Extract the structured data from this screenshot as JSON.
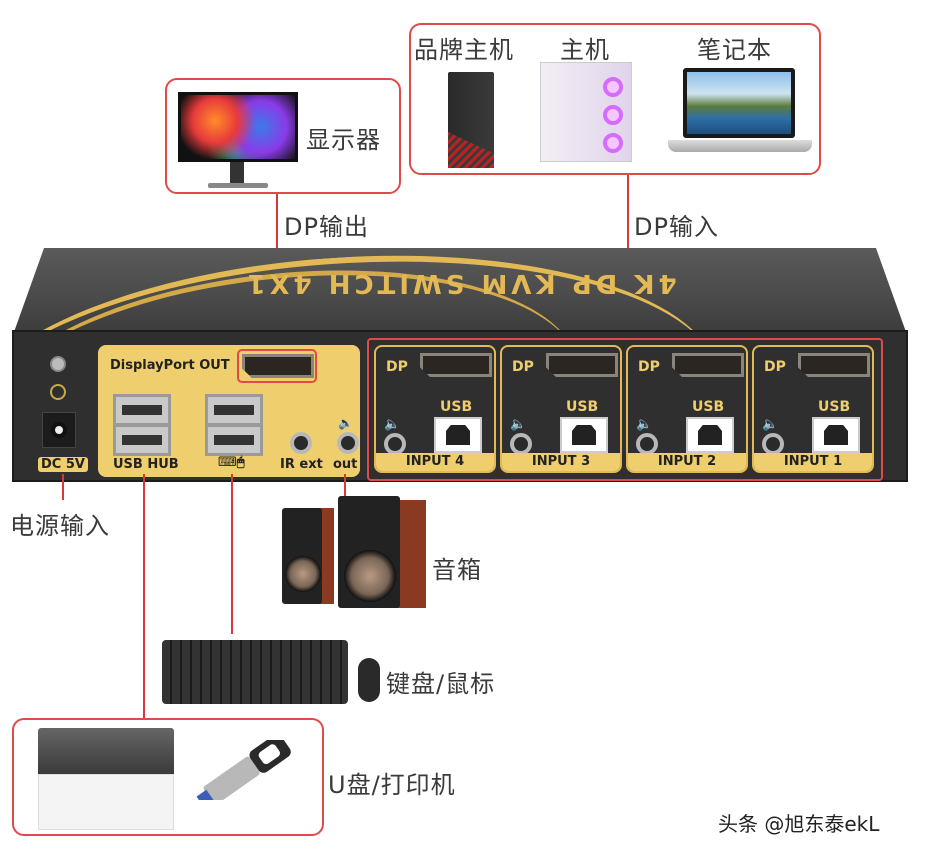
{
  "device": {
    "title": "4K DP KVM SWITCH 4X1",
    "panel": {
      "displayport_out": "DisplayPort OUT",
      "dc_label": "DC 5V",
      "usb_hub_label": "USB HUB",
      "kbd_mouse_label": "⌨🖱",
      "ir_ext_label": "IR ext",
      "audio_out_label": "out"
    },
    "inputs": [
      {
        "label": "INPUT 4",
        "dp": "DP",
        "usb": "USB"
      },
      {
        "label": "INPUT 3",
        "dp": "DP",
        "usb": "USB"
      },
      {
        "label": "INPUT 2",
        "dp": "DP",
        "usb": "USB"
      },
      {
        "label": "INPUT 1",
        "dp": "DP",
        "usb": "USB"
      }
    ]
  },
  "labels": {
    "monitor": "显示器",
    "dp_output": "DP输出",
    "brand_pc": "品牌主机",
    "pc": "主机",
    "laptop": "笔记本",
    "dp_input": "DP输入",
    "power_input": "电源输入",
    "speakers": "音箱",
    "keyboard_mouse": "键盘/鼠标",
    "usb_printer": "U盘/打印机"
  },
  "watermark": "头条 @旭东泰ekL",
  "colors": {
    "callout_red": "#e04a4a",
    "gold": "#efce6e",
    "device_body": "#2f2f2f"
  }
}
